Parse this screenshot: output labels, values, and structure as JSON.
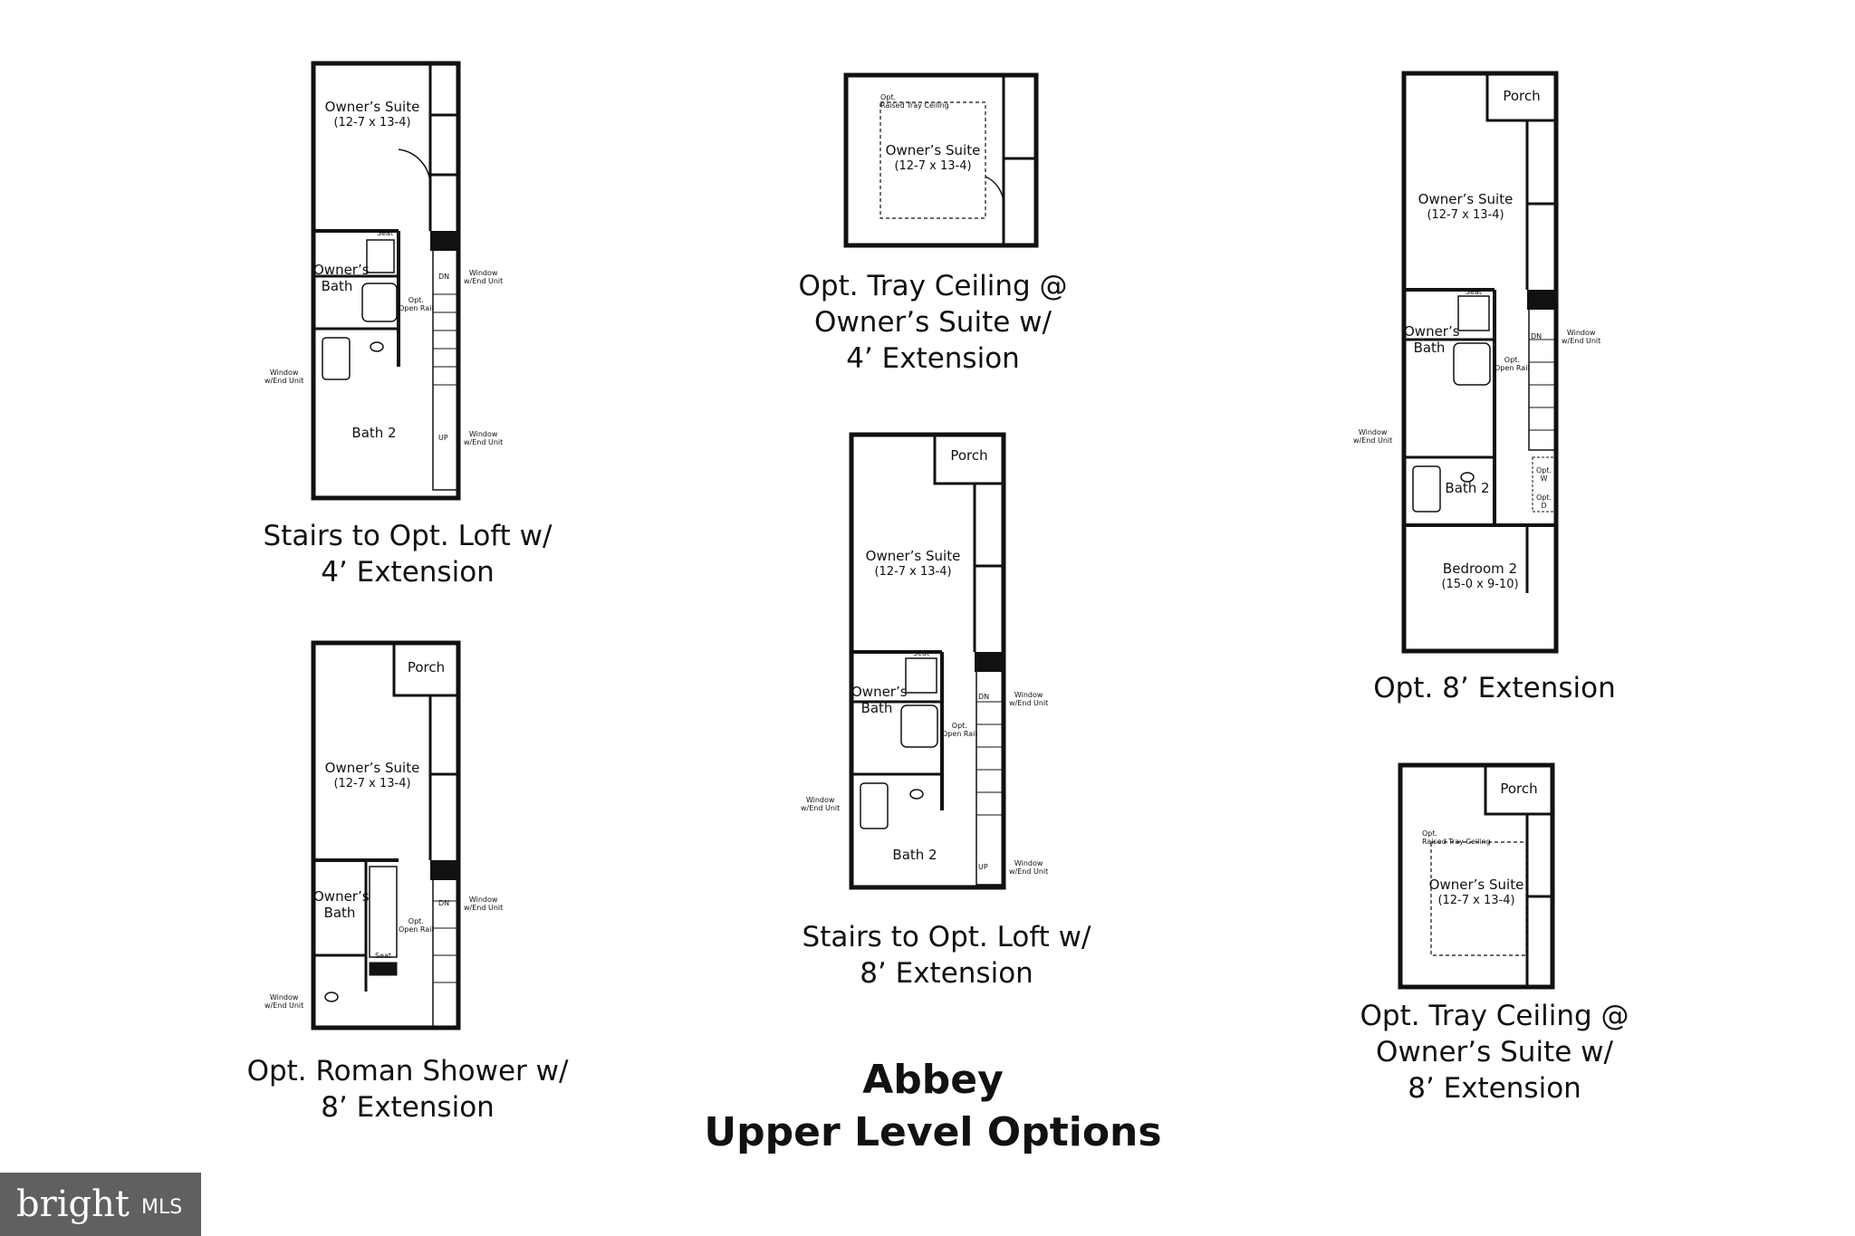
{
  "title": {
    "line1": "Abbey",
    "line2": "Upper Level Options"
  },
  "captions": {
    "plan1": [
      "Stairs to Opt. Loft w/",
      "4’ Extension"
    ],
    "plan2": [
      "Opt. Roman Shower w/",
      "8’ Extension"
    ],
    "plan3": [
      "Opt. Tray Ceiling @",
      "Owner’s Suite w/",
      "4’ Extension"
    ],
    "plan4": [
      "Stairs to Opt. Loft w/",
      "8’ Extension"
    ],
    "plan5": [
      "Opt. 8’ Extension"
    ],
    "plan6": [
      "Opt. Tray Ceiling @",
      "Owner’s Suite w/",
      "8’ Extension"
    ]
  },
  "rooms": {
    "owners_suite": "Owner’s Suite",
    "owners_suite_dim": "(12-7 x 13-4)",
    "owners_bath_1": "Owner’s",
    "owners_bath_2": "Bath",
    "bath2": "Bath 2",
    "porch": "Porch",
    "bedroom2": "Bedroom 2",
    "bedroom2_dim": "(15-0 x 9-10)"
  },
  "labels": {
    "seat": "Seat",
    "dn": "DN",
    "up": "UP",
    "opt": "Opt.",
    "open_rail": "Open Rail",
    "window": "Window",
    "end_unit": "w/End Unit",
    "raised_tray": "Raised Tray Ceiling",
    "w": "W",
    "d": "D"
  },
  "logo": {
    "brand": "bright",
    "mls": "MLS"
  }
}
